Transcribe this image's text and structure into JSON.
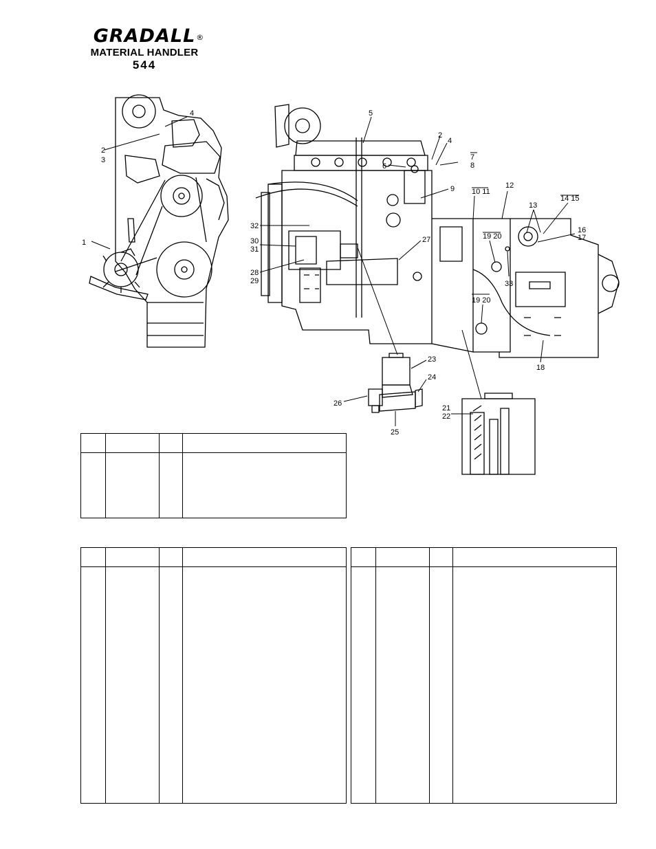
{
  "brand": {
    "logo_text": "GRADALL",
    "registered_mark": "®",
    "subtitle": "MATERIAL HANDLER",
    "model": "544"
  },
  "callouts": [
    {
      "id": "c1",
      "text": "1"
    },
    {
      "id": "c2a",
      "text": "2"
    },
    {
      "id": "c3a",
      "text": "3"
    },
    {
      "id": "c4a",
      "text": "4"
    },
    {
      "id": "c5",
      "text": "5"
    },
    {
      "id": "c2b",
      "text": "2"
    },
    {
      "id": "c4b",
      "text": "4"
    },
    {
      "id": "c6",
      "text": "6"
    },
    {
      "id": "c7",
      "text": "7"
    },
    {
      "id": "c8",
      "text": "8"
    },
    {
      "id": "c9",
      "text": "9"
    },
    {
      "id": "c10_11",
      "text": "10 11"
    },
    {
      "id": "c12",
      "text": "12"
    },
    {
      "id": "c13",
      "text": "13"
    },
    {
      "id": "c14_15",
      "text": "14 15"
    },
    {
      "id": "c16",
      "text": "16"
    },
    {
      "id": "c17",
      "text": "17"
    },
    {
      "id": "c18",
      "text": "18"
    },
    {
      "id": "c19_20a",
      "text": "19 20"
    },
    {
      "id": "c19_20b",
      "text": "19 20"
    },
    {
      "id": "c21",
      "text": "21"
    },
    {
      "id": "c22",
      "text": "22"
    },
    {
      "id": "c23",
      "text": "23"
    },
    {
      "id": "c24",
      "text": "24"
    },
    {
      "id": "c25",
      "text": "25"
    },
    {
      "id": "c26",
      "text": "26"
    },
    {
      "id": "c27",
      "text": "27"
    },
    {
      "id": "c28",
      "text": "28"
    },
    {
      "id": "c29",
      "text": "29"
    },
    {
      "id": "c30",
      "text": "30"
    },
    {
      "id": "c31",
      "text": "31"
    },
    {
      "id": "c32",
      "text": "32"
    },
    {
      "id": "c33",
      "text": "33"
    }
  ],
  "tables": {
    "small": {
      "columns": [
        "",
        "",
        "",
        ""
      ],
      "rows": []
    },
    "left": {
      "columns": [
        "",
        "",
        "",
        ""
      ],
      "rows": []
    },
    "right": {
      "columns": [
        "",
        "",
        "",
        ""
      ],
      "rows": []
    }
  }
}
